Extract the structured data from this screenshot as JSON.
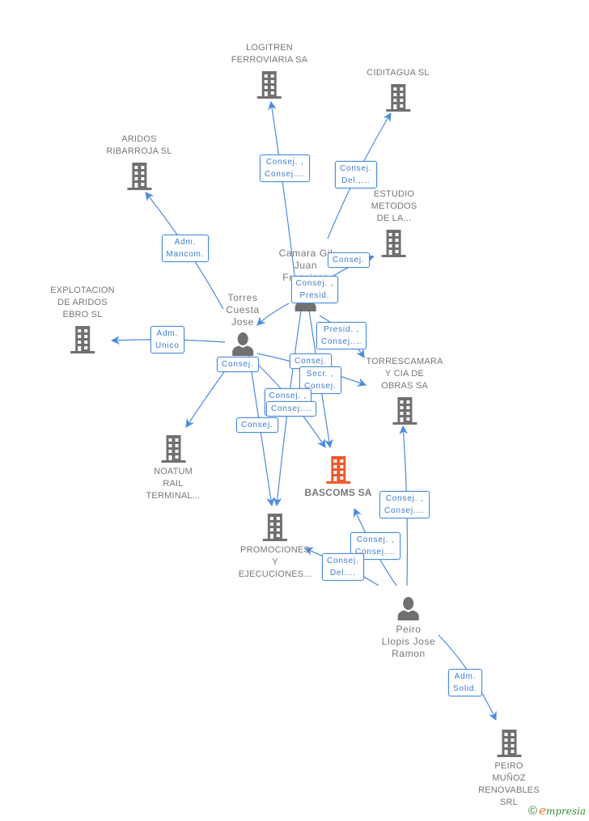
{
  "colors": {
    "edge": "#4a8be0",
    "node_icon": "#707070",
    "main_icon": "#f15a2b",
    "text": "#777777"
  },
  "nodes": [
    {
      "id": "logitren",
      "type": "company",
      "label": "LOGITREN\nFERROVIARIA SA",
      "label_pos": "above"
    },
    {
      "id": "ciditagua",
      "type": "company",
      "label": "CIDITAGUA SL",
      "label_pos": "above"
    },
    {
      "id": "aridos_ribarroja",
      "type": "company",
      "label": "ARIDOS\nRIBARROJA SL",
      "label_pos": "above"
    },
    {
      "id": "estudio_metodos",
      "type": "company",
      "label": "ESTUDIO\nMETODOS\nDE LA...",
      "label_pos": "above"
    },
    {
      "id": "camara_gil",
      "type": "person",
      "label": "Camara Gil\nJuan\nFrancisco",
      "label_pos": "above"
    },
    {
      "id": "explotacion_aridos",
      "type": "company",
      "label": "EXPLOTACION\nDE ARIDOS\nEBRO SL",
      "label_pos": "above"
    },
    {
      "id": "torres_cuesta",
      "type": "person",
      "label": "Torres\nCuesta\nJose",
      "label_pos": "above"
    },
    {
      "id": "torrescamara",
      "type": "company",
      "label": "TORRESCAMARA\nY CIA DE\nOBRAS SA",
      "label_pos": "above"
    },
    {
      "id": "noatum",
      "type": "company",
      "label": "NOATUM\nRAIL\nTERMINAL...",
      "label_pos": "below"
    },
    {
      "id": "bascoms",
      "type": "company",
      "main": true,
      "label": "BASCOMS SA",
      "label_pos": "below"
    },
    {
      "id": "promociones",
      "type": "company",
      "label": "PROMOCIONES\nY\nEJECUCIONES...",
      "label_pos": "below"
    },
    {
      "id": "peiro_llopis",
      "type": "person",
      "label": "Peiro\nLlopis Jose\nRamon",
      "label_pos": "below"
    },
    {
      "id": "peiro_munoz",
      "type": "company",
      "label": "PEIRO\nMUÑOZ\nRENOVABLES SRL",
      "label_pos": "below"
    }
  ],
  "edges": [
    {
      "from": "camara_gil",
      "to": "logitren",
      "label": "Consej. ,\nConsej...."
    },
    {
      "from": "camara_gil",
      "to": "ciditagua",
      "label": "Consej.\nDel.,..."
    },
    {
      "from": "torres_cuesta",
      "to": "aridos_ribarroja",
      "label": "Adm.\nMancom."
    },
    {
      "from": "camara_gil",
      "to": "estudio_metodos",
      "label": "Consej."
    },
    {
      "from": "torres_cuesta",
      "to": "explotacion_aridos",
      "label": "Adm.\nUnico"
    },
    {
      "from": "camara_gil",
      "to": "torres_cuesta",
      "label": "Consej. ,\nPresid."
    },
    {
      "from": "camara_gil",
      "to": "torrescamara",
      "label": "Presid. ,\nConsej...."
    },
    {
      "from": "torres_cuesta",
      "to": "torrescamara",
      "label": "Consej."
    },
    {
      "from": "camara_gil",
      "to": "bascoms",
      "label": "Secr. ,\nConsej."
    },
    {
      "from": "torres_cuesta",
      "to": "noatum",
      "label": "Consej."
    },
    {
      "from": "camara_gil",
      "to": "promociones",
      "label": "Consej. ,\nPresid."
    },
    {
      "from": "torres_cuesta",
      "to": "bascoms",
      "label": "Consej...."
    },
    {
      "from": "torres_cuesta",
      "to": "promociones",
      "label": "Consej."
    },
    {
      "from": "peiro_llopis",
      "to": "torrescamara",
      "label": "Consej. ,\nConsej...."
    },
    {
      "from": "peiro_llopis",
      "to": "bascoms",
      "label": "Consej. ,\nConsej...."
    },
    {
      "from": "peiro_llopis",
      "to": "promociones",
      "label": "Consej.\nDel...."
    },
    {
      "from": "peiro_llopis",
      "to": "peiro_munoz",
      "label": "Adm.\nSolid."
    }
  ],
  "footer": {
    "copyright": "©",
    "brand_initial": "e",
    "brand_rest": "mpresia"
  }
}
